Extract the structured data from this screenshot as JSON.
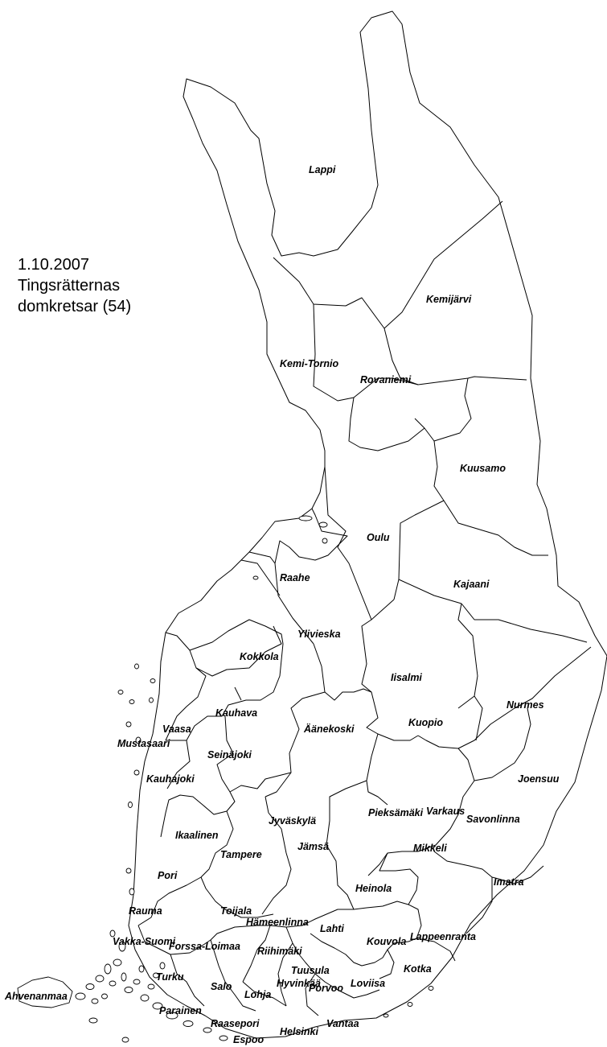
{
  "map": {
    "title_lines": [
      "1.10.2007",
      "Tingsrätternas",
      "domkretsar (54)"
    ],
    "colors": {
      "background": "#ffffff",
      "outline": "#000000",
      "text": "#000000"
    },
    "districts": [
      "Lappi",
      "Kemijärvi",
      "Kemi-Tornio",
      "Rovaniemi",
      "Kuusamo",
      "Oulu",
      "Kajaani",
      "Raahe",
      "Ylivieska",
      "Kokkola",
      "Iisalmi",
      "Nurmes",
      "Kauhava",
      "Vaasa",
      "Mustasaari",
      "Äänekoski",
      "Kuopio",
      "Seinäjoki",
      "Kauhajoki",
      "Joensuu",
      "Varkaus",
      "Jyväskylä",
      "Pieksämäki",
      "Savonlinna",
      "Ikaalinen",
      "Jämsä",
      "Tampere",
      "Mikkeli",
      "Pori",
      "Imatra",
      "Heinola",
      "Rauma",
      "Toijala",
      "Hämeenlinna",
      "Lahti",
      "Lappeenranta",
      "Vakka-Suomi",
      "Forssa-Loimaa",
      "Kouvola",
      "Riihimäki",
      "Turku",
      "Tuusula",
      "Salo",
      "Hyvinkää",
      "Loviisa",
      "Kotka",
      "Lohja",
      "Porvoo",
      "Ahvenanmaa",
      "Parainen",
      "Vantaa",
      "Raasepori",
      "Helsinki",
      "Espoo"
    ]
  }
}
